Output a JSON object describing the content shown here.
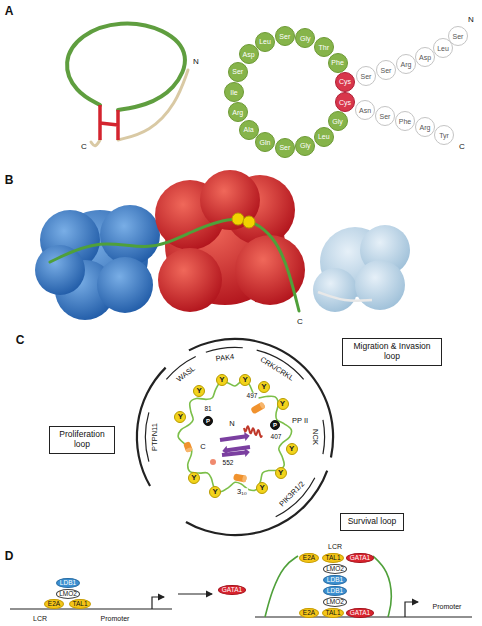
{
  "diagram": {
    "nodes": [
      {
        "text": [
          "Ser"
        ]
      },
      {
        "text": [
          "Leu"
        ]
      },
      {
        "text": [
          "Asp"
        ]
      },
      {
        "text": [
          "Arg"
        ]
      },
      {
        "text": [
          "Ser"
        ]
      },
      {
        "text": [
          "Ser"
        ]
      },
      {
        "text": [
          "Cys"
        ]
      },
      {
        "text": [
          "Phe"
        ]
      },
      {
        "text": [
          "Thr"
        ]
      },
      {
        "text": [
          "Gly"
        ]
      },
      {
        "text": [
          "Ser"
        ]
      },
      {
        "text": [
          "Leu"
        ]
      },
      {
        "text": [
          "Asp"
        ]
      },
      {
        "text": [
          "Ser"
        ]
      },
      {
        "text": [
          "Ile"
        ]
      },
      {
        "text": [
          "Arg"
        ]
      },
      {
        "text": [
          "Ala"
        ]
      },
      {
        "text": [
          "Gln"
        ]
      },
      {
        "text": [
          "Ser"
        ]
      },
      {
        "text": [
          "Gly"
        ]
      },
      {
        "text": [
          "Leu"
        ]
      },
      {
        "text": [
          "Gly"
        ]
      },
      {
        "text": [
          "Cys"
        ]
      },
      {
        "text": [
          "Asn"
        ]
      },
      {
        "text": [
          "Ser"
        ]
      },
      {
        "text": [
          "Phe"
        ]
      },
      {
        "text": [
          "Arg"
        ]
      },
      {
        "text": [
          "Tyr"
        ]
      },
      {
        "text": [
          "Migration & Invasion loop"
        ]
      },
      {
        "text": [
          "Proliferation loop"
        ]
      },
      {
        "text": [
          "Y"
        ]
      },
      {
        "text": [
          "Y"
        ]
      },
      {
        "text": [
          "Y"
        ]
      },
      {
        "text": [
          "Y"
        ]
      },
      {
        "text": [
          "Y"
        ]
      },
      {
        "text": [
          "Y"
        ]
      },
      {
        "text": [
          "Y"
        ]
      },
      {
        "text": [
          "Y"
        ]
      },
      {
        "text": [
          "Y"
        ]
      },
      {
        "text": [
          "Y"
        ]
      },
      {
        "text": [
          "Y"
        ]
      },
      {
        "text": [
          "P"
        ]
      },
      {
        "text": [
          "P"
        ]
      },
      {
        "text": [
          "Survival loop"
        ]
      },
      {
        "text": [
          "LDB1"
        ]
      },
      {
        "text": [
          "LMO2"
        ]
      },
      {
        "text": [
          "E2A"
        ]
      },
      {
        "text": [
          "TAL1"
        ]
      },
      {
        "text": [
          "GATA1"
        ]
      },
      {
        "text": [
          "E2A"
        ]
      },
      {
        "text": [
          "TAL1"
        ]
      },
      {
        "text": [
          "GATA1"
        ]
      },
      {
        "text": [
          "LMO2"
        ]
      },
      {
        "text": [
          "LDB1"
        ]
      },
      {
        "text": [
          "LDB1"
        ]
      },
      {
        "text": [
          "LMO2"
        ]
      },
      {
        "text": [
          "E2A"
        ]
      },
      {
        "text": [
          "TAL1"
        ]
      },
      {
        "text": [
          "GATA1"
        ]
      }
    ],
    "labels": [
      "A",
      "N",
      "C",
      "N",
      "C",
      "B",
      "C",
      "C",
      "WASL",
      "PAK4",
      "CRK/CRKL",
      "NCK",
      "PIK3R1/2",
      "PTPN11",
      "C",
      "N",
      "PP II",
      "3₁₀",
      "81",
      "407",
      "497",
      "552",
      "D",
      "LCR",
      "Promoter",
      "LCR",
      "Promoter"
    ]
  }
}
